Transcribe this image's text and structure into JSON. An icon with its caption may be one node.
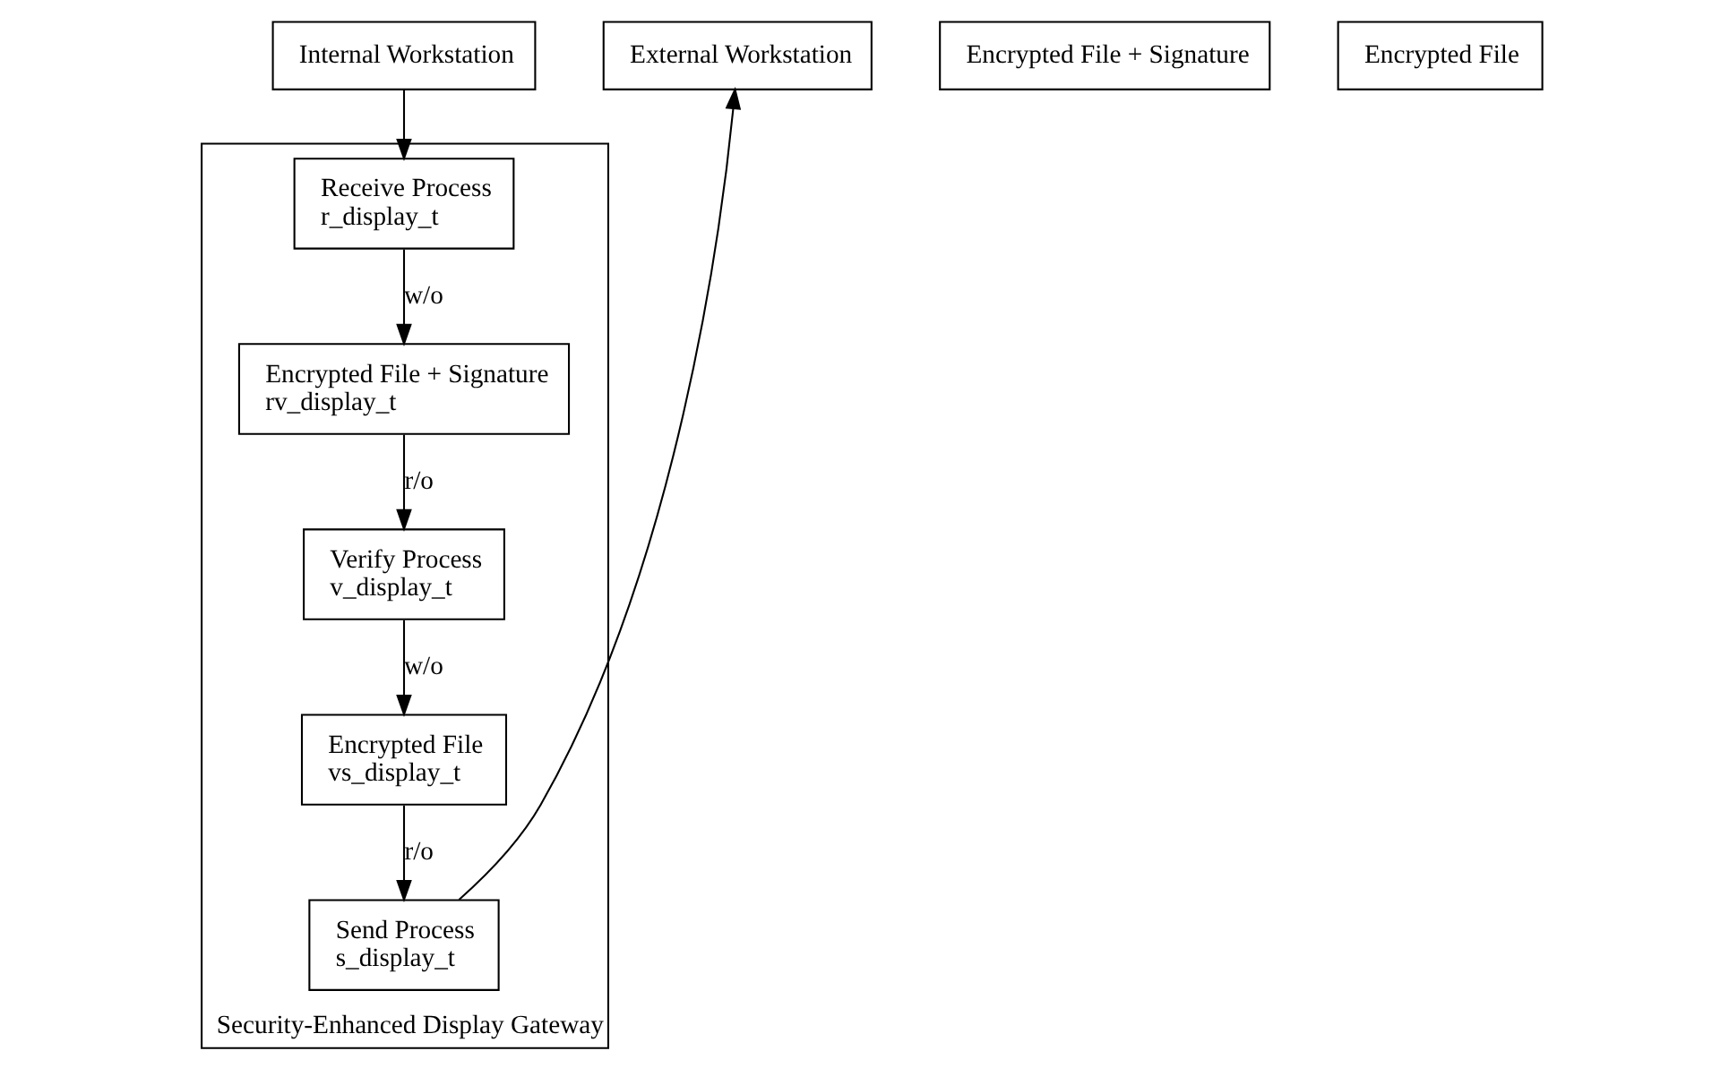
{
  "diagram": {
    "nodes": [
      {
        "text": [
          "Internal Workstation"
        ]
      },
      {
        "text": [
          "External Workstation"
        ]
      },
      {
        "text": [
          "Encrypted File + Signature"
        ]
      },
      {
        "text": [
          "Encrypted File"
        ]
      },
      {
        "text": [
          "Security-Enhanced Display Gateway"
        ]
      },
      {
        "text": [
          "Receive Process",
          "r_display_t"
        ],
        "in": 4
      },
      {
        "text": [
          "Verify Process",
          "v_display_t"
        ],
        "in": 4
      },
      {
        "text": [
          "Send Process",
          "s_display_t"
        ],
        "in": 4
      },
      {
        "text": [
          "Encrypted File + Signature",
          "rv_display_t"
        ],
        "in": 4
      },
      {
        "text": [
          "Encrypted File",
          "vs_display_t"
        ],
        "in": 4
      }
    ],
    "edges": [
      {
        "from": 0,
        "to": 5,
        "arrow": "to"
      },
      {
        "from": 5,
        "to": 8,
        "arrow": "to",
        "label": "w/o"
      },
      {
        "from": 8,
        "to": 6,
        "arrow": "to",
        "label": "r/o"
      },
      {
        "from": 6,
        "to": 9,
        "arrow": "to",
        "label": "w/o"
      },
      {
        "from": 9,
        "to": 7,
        "arrow": "to",
        "label": "r/o"
      },
      {
        "from": 7,
        "to": 1,
        "arrow": "to"
      }
    ]
  }
}
